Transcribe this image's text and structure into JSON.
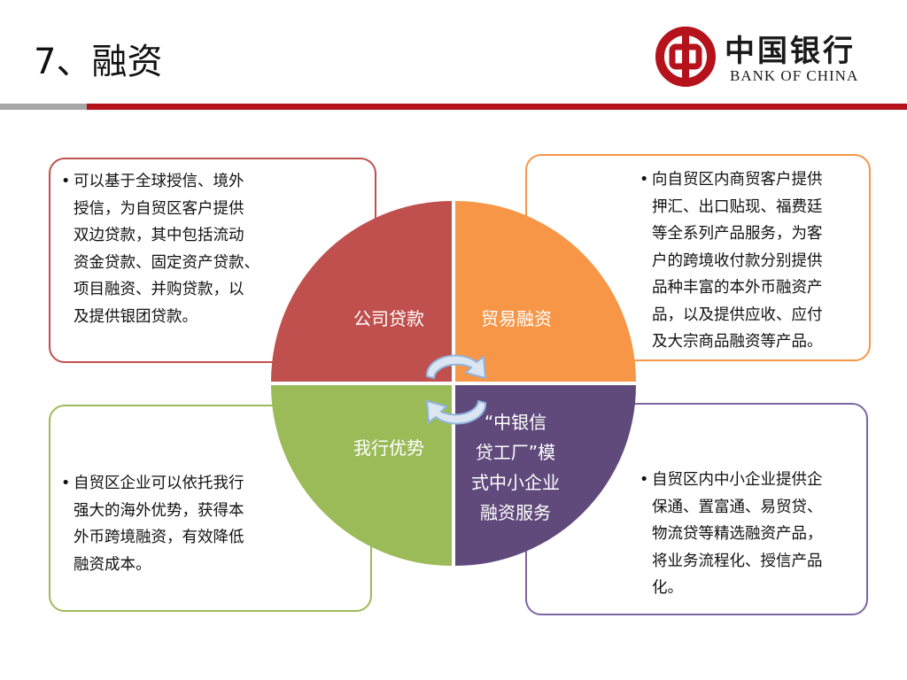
{
  "header": {
    "title": "7、融资",
    "logo_cn": "中国银行",
    "logo_en": "BANK OF CHINA"
  },
  "colors": {
    "red": "#c0504d",
    "orange": "#f79646",
    "green": "#9bbb59",
    "purple": "#604a7b",
    "accent_bar": "#b5121b",
    "arrow": "#8fb4de"
  },
  "diagram": {
    "quadrants": [
      {
        "label": "公司贷款"
      },
      {
        "label": "贸易融资"
      },
      {
        "label": "我行优势"
      },
      {
        "label_lines": [
          "“中银信",
          "贷工厂”模",
          "式中小企业",
          "融资服务"
        ]
      }
    ],
    "boxes": [
      {
        "bullet": "•",
        "lines": [
          "可以基于全球授信、境外",
          "授信，为自贸区客户提供",
          "双边贷款，其中包括流动",
          "资金贷款、固定资产贷款、",
          "项目融资、并购贷款，以",
          "及提供银团贷款。"
        ]
      },
      {
        "bullet": "•",
        "lines": [
          "向自贸区内商贸客户提供",
          "押汇、出口贴现、福费廷",
          "等全系列产品服务，为客",
          "户的跨境收付款分别提供",
          "品种丰富的本外币融资产",
          "品，以及提供应收、应付",
          "及大宗商品融资等产品。"
        ]
      },
      {
        "bullet": "•",
        "lines": [
          "自贸区企业可以依托我行",
          "强大的海外优势，获得本",
          "外币跨境融资，有效降低",
          "融资成本。"
        ]
      },
      {
        "bullet": "•",
        "lines": [
          "自贸区内中小企业提供企",
          "保通、置富通、易贸贷、",
          "物流贷等精选融资产品，",
          "将业务流程化、授信产品",
          "化。"
        ]
      }
    ]
  }
}
